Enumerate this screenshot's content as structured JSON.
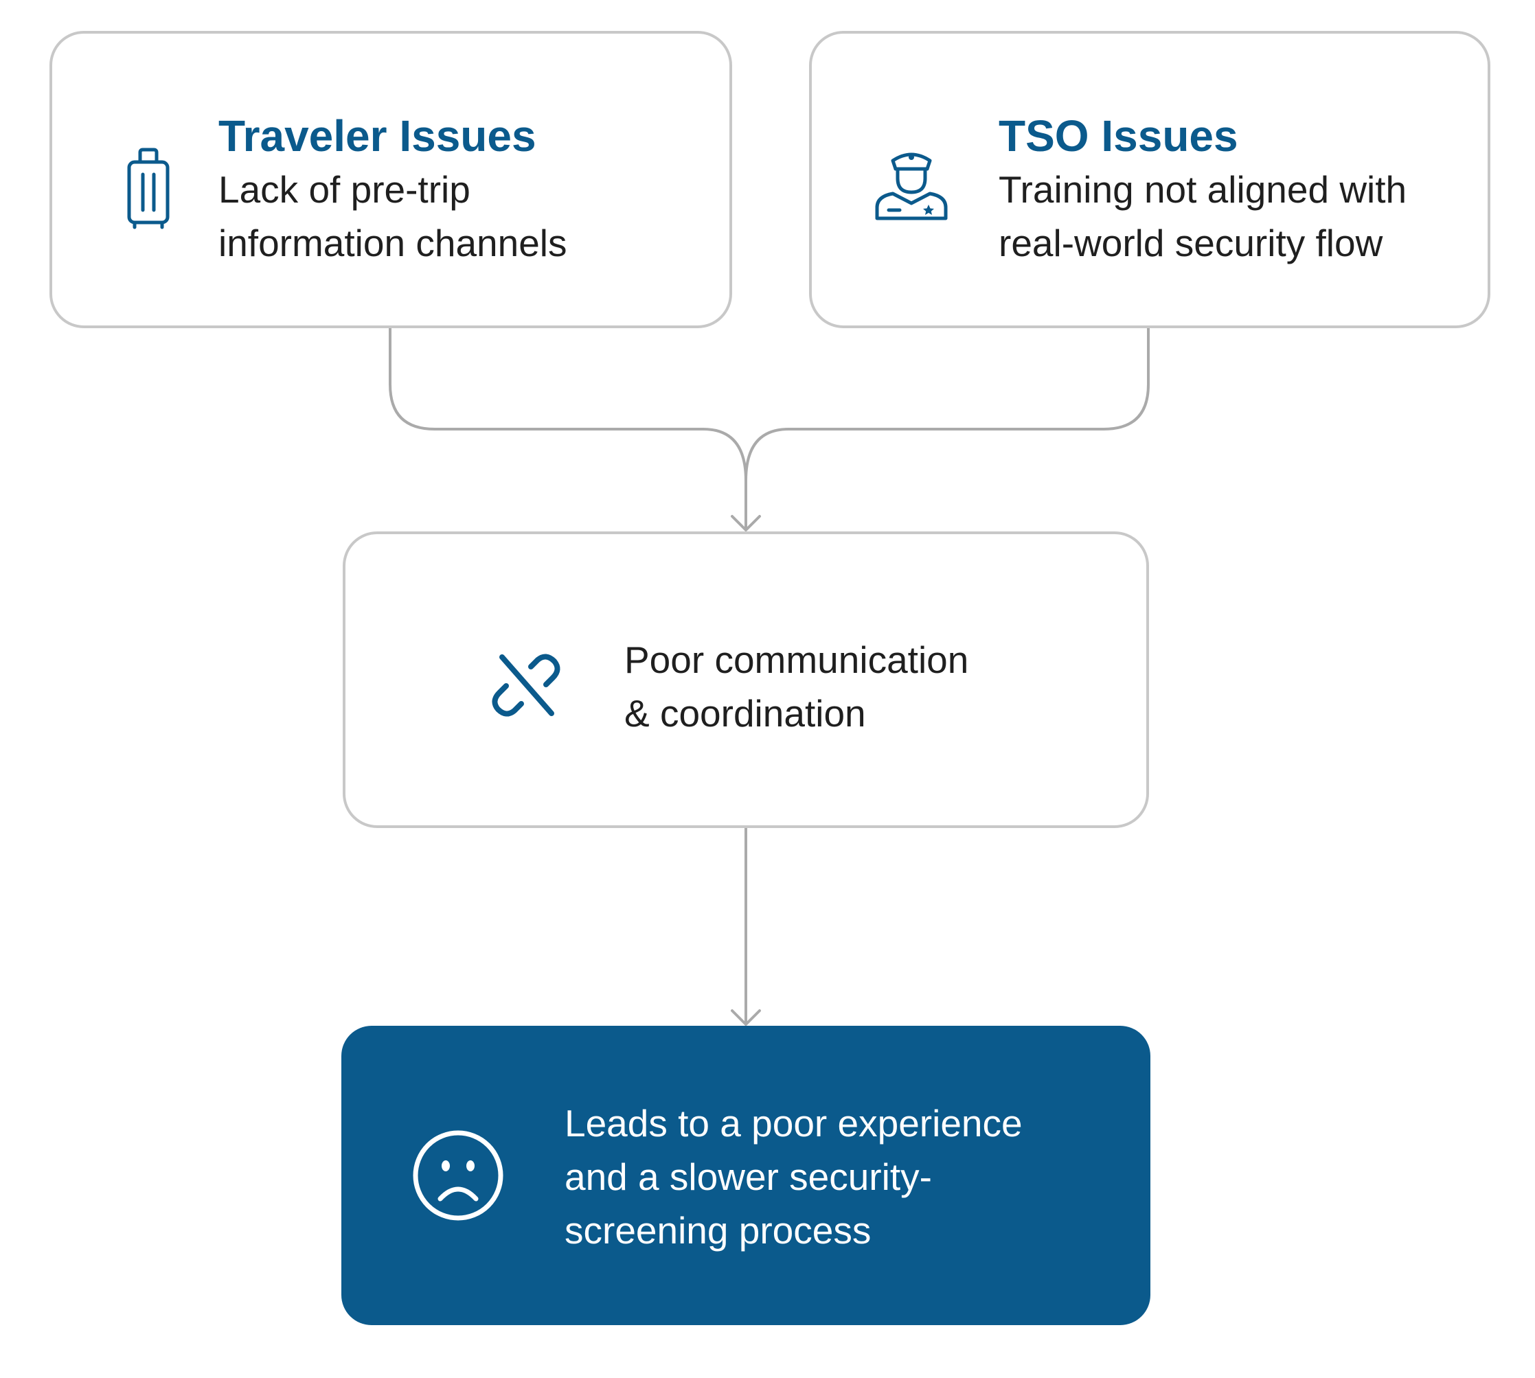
{
  "colors": {
    "accent": "#0b5a8c",
    "border": "#c8c8c8",
    "connector": "#aaaaaa",
    "body_text": "#1f1f1f",
    "outcome_text": "#ffffff"
  },
  "traveler": {
    "icon": "suitcase-icon",
    "title": "Traveler Issues",
    "lines": [
      "Lack of pre-trip",
      "information channels"
    ]
  },
  "tso": {
    "icon": "security-officer-icon",
    "title": "TSO Issues",
    "lines": [
      "Training not aligned with",
      "real-world security flow"
    ]
  },
  "communication": {
    "icon": "broken-link-icon",
    "lines": [
      "Poor communication",
      "& coordination"
    ]
  },
  "outcome": {
    "icon": "sad-face-icon",
    "lines": [
      "Leads to a poor experience",
      "and a slower security-",
      "screening process"
    ]
  }
}
